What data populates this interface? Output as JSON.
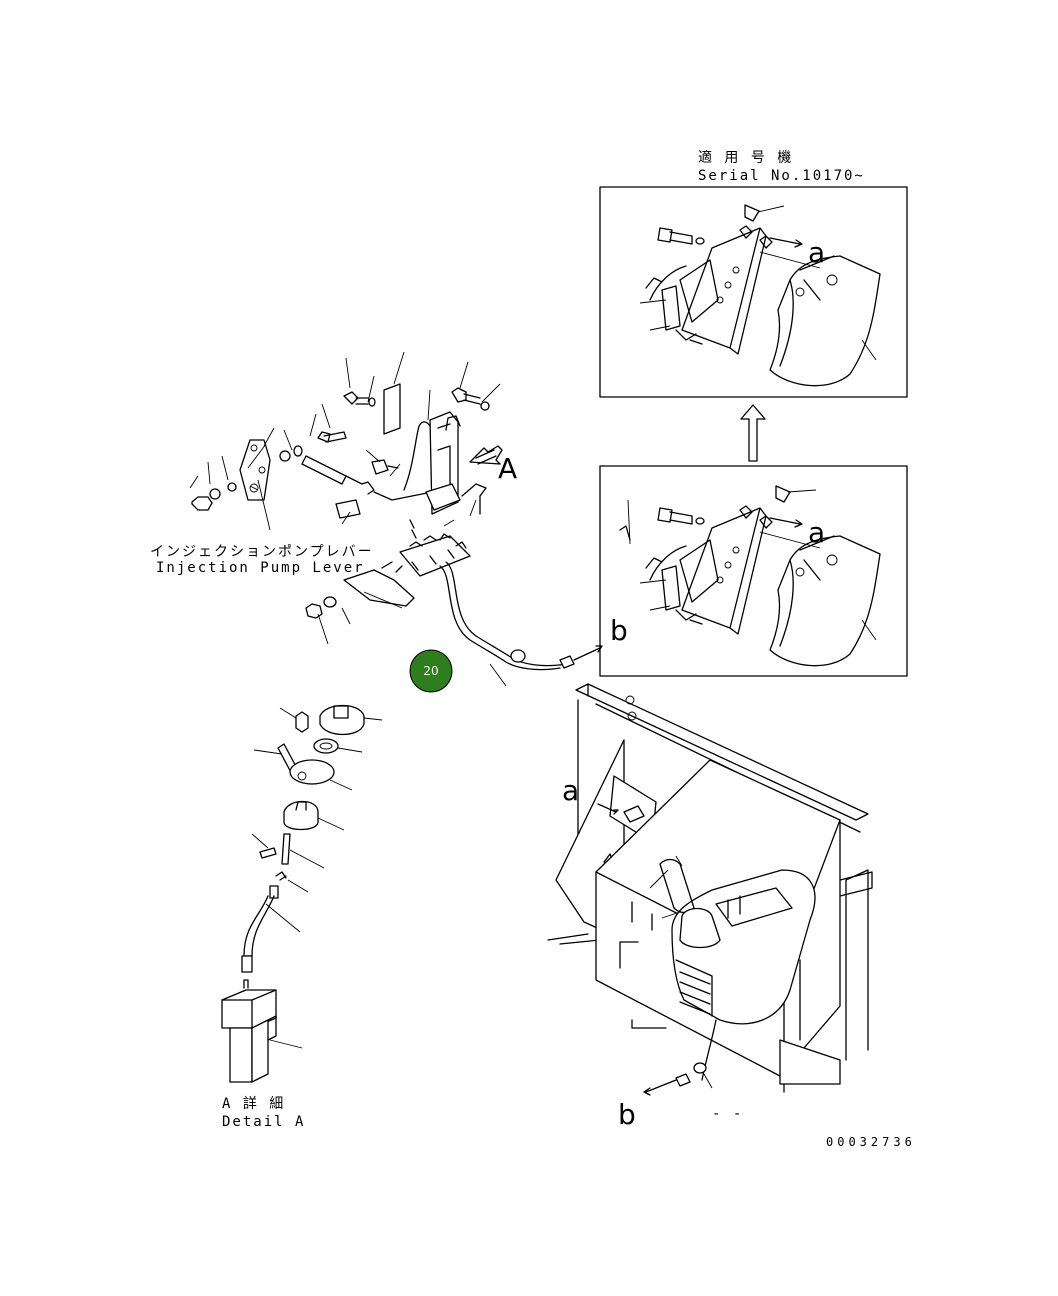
{
  "serial": {
    "line1": "適 用 号 機",
    "line2": "Serial No.10170~"
  },
  "injection": {
    "jp": "インジェクションポンプレバー",
    "en": "Injection Pump Lever"
  },
  "detail": {
    "jp": "A 詳 細",
    "en": "Detail A"
  },
  "refs": {
    "A": "A",
    "a1": "a",
    "a2": "a",
    "a3": "a",
    "b1": "b",
    "b2": "b"
  },
  "callout": {
    "number": "20",
    "color": "#2e7d1f"
  },
  "drawing_number": "00032736",
  "dash_mark": "- -"
}
